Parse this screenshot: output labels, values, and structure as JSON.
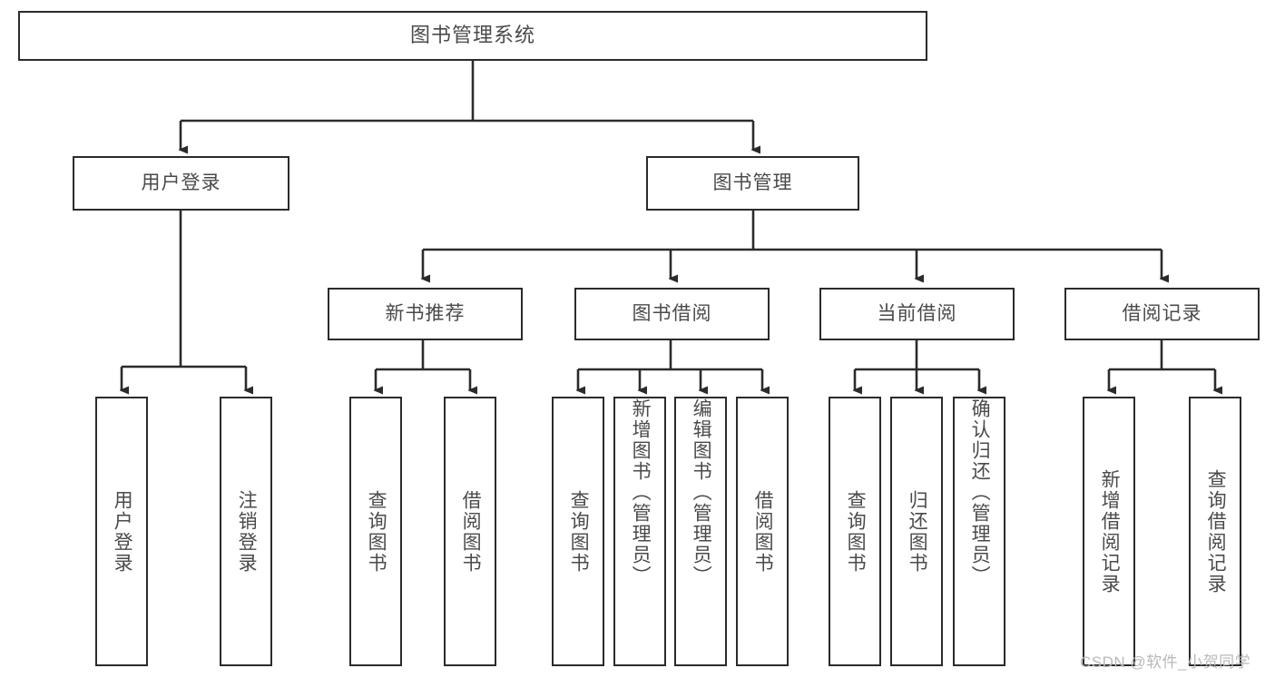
{
  "diagram": {
    "type": "tree-hierarchy",
    "title": "图书管理系统",
    "root": {
      "id": "root",
      "label": "图书管理系统",
      "orientation": "horizontal"
    },
    "level2": [
      {
        "id": "user-login",
        "label": "用户登录",
        "orientation": "horizontal"
      },
      {
        "id": "book-manage",
        "label": "图书管理",
        "orientation": "horizontal"
      }
    ],
    "level3": [
      {
        "id": "new-book-rec",
        "label": "新书推荐",
        "orientation": "horizontal"
      },
      {
        "id": "book-borrow",
        "label": "图书借阅",
        "orientation": "horizontal"
      },
      {
        "id": "current-borrow",
        "label": "当前借阅",
        "orientation": "horizontal"
      },
      {
        "id": "borrow-record",
        "label": "借阅记录",
        "orientation": "horizontal"
      }
    ],
    "leaves": [
      {
        "id": "leaf-user-login",
        "label": "用户登录",
        "parent": "user-login",
        "orientation": "vertical"
      },
      {
        "id": "leaf-user-logout",
        "label": "注销登录",
        "parent": "user-login",
        "orientation": "vertical"
      },
      {
        "id": "leaf-query-book-1",
        "label": "查询图书",
        "parent": "new-book-rec",
        "orientation": "vertical"
      },
      {
        "id": "leaf-borrow-book-1",
        "label": "借阅图书",
        "parent": "new-book-rec",
        "orientation": "vertical"
      },
      {
        "id": "leaf-query-book-2",
        "label": "查询图书",
        "parent": "book-borrow",
        "orientation": "vertical"
      },
      {
        "id": "leaf-add-book",
        "label": "新增图书（管理员）",
        "parent": "book-borrow",
        "orientation": "vertical"
      },
      {
        "id": "leaf-edit-book",
        "label": "编辑图书（管理员）",
        "parent": "book-borrow",
        "orientation": "vertical"
      },
      {
        "id": "leaf-borrow-book-2",
        "label": "借阅图书",
        "parent": "book-borrow",
        "orientation": "vertical"
      },
      {
        "id": "leaf-query-book-3",
        "label": "查询图书",
        "parent": "current-borrow",
        "orientation": "vertical"
      },
      {
        "id": "leaf-return-book",
        "label": "归还图书",
        "parent": "current-borrow",
        "orientation": "vertical"
      },
      {
        "id": "leaf-confirm-return",
        "label": "确认归还（管理员）",
        "parent": "current-borrow",
        "orientation": "vertical"
      },
      {
        "id": "leaf-add-record",
        "label": "新增借阅记录",
        "parent": "borrow-record",
        "orientation": "vertical"
      },
      {
        "id": "leaf-query-record",
        "label": "查询借阅记录",
        "parent": "borrow-record",
        "orientation": "vertical"
      }
    ],
    "colors": {
      "border": "#2b2b2b",
      "text": "#4a4a4a",
      "background": "#ffffff",
      "connector": "#2b2b2b",
      "watermark": "#b9b9b9"
    }
  },
  "watermark": {
    "text": "CSDN @软件_小贺同学"
  }
}
